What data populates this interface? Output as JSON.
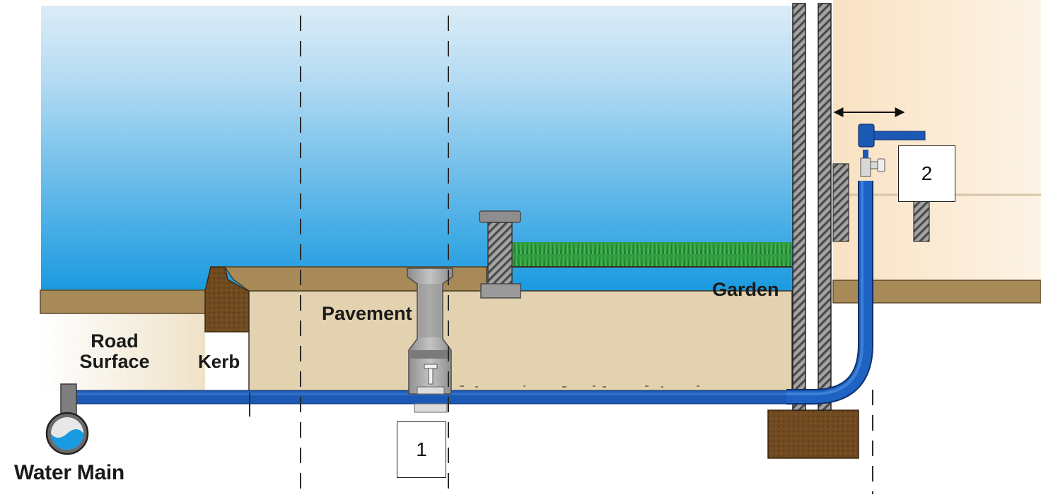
{
  "labels": {
    "road_surface": "Road\nSurface",
    "kerb": "Kerb",
    "pavement": "Pavement",
    "garden": "Garden",
    "water_main": "Water Main"
  },
  "callouts": {
    "one": "1",
    "two": "2"
  },
  "colors": {
    "sky_top": "#dcecf7",
    "sky_bottom": "#1a9ae0",
    "ground": "#e3d2b0",
    "surface_strip": "#a88c5b",
    "soil": "#6b4820",
    "grass": "#2d9a3e",
    "pipe": "#1b59b5",
    "house_wall": "#f9e4c8",
    "concrete": "#9a9a9a"
  },
  "icons": [
    "water-main-icon",
    "stopcock-icon",
    "air-vent-icon",
    "indoor-stop-valve-icon",
    "wall-gap-arrow-icon"
  ]
}
